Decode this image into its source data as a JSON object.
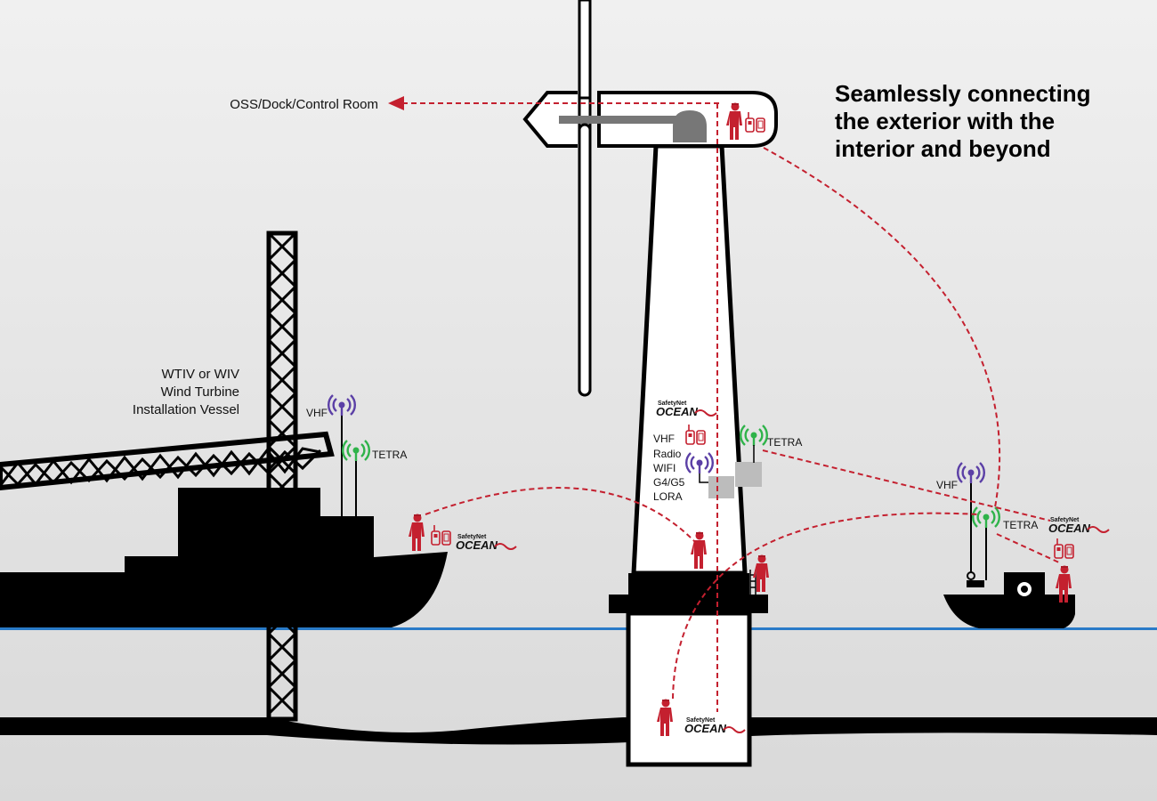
{
  "headline": {
    "line1": "Seamlessly connecting",
    "line2": "the exterior with the",
    "line3": "interior and beyond"
  },
  "labels": {
    "oss": "OSS/Dock/Control Room",
    "vessel_line1": "WTIV or WIV",
    "vessel_line2": "Wind Turbine",
    "vessel_line3": "Installation Vessel",
    "vhf": "VHF",
    "tetra": "TETRA"
  },
  "tower_list": [
    "VHF",
    "Radio",
    "WIFI",
    "G4/G5",
    "LORA"
  ],
  "logo": {
    "brand": "SafetyNet",
    "product": "OCEAN"
  },
  "colors": {
    "link": "#c4202f",
    "person": "#c4202f",
    "vhf_antenna": "#5b3fa6",
    "tetra_antenna": "#2fb34a",
    "water": "#2a7bc8",
    "structure": "#000000"
  },
  "icons": [
    "person-icon",
    "radio-icon",
    "phone-icon",
    "vhf-antenna-icon",
    "tetra-antenna-icon",
    "safetynet-ocean-logo"
  ]
}
